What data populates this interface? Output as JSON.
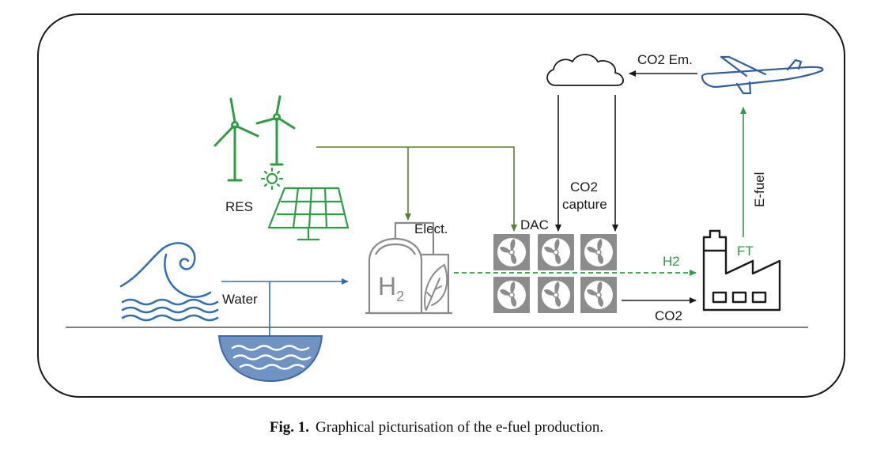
{
  "labels": {
    "res": "RES",
    "elect": "Elect.",
    "dac": "DAC",
    "co2_capture_line1": "CO2",
    "co2_capture_line2": "capture",
    "co2_em": "CO2 Em.",
    "e_fuel": "E-fuel",
    "ft": "FT",
    "h2": "H2",
    "co2": "CO2",
    "water": "Water",
    "h2_tank_symbol": "H",
    "h2_tank_subscript": "2"
  },
  "caption": {
    "fig_number": "Fig. 1.",
    "text": "Graphical picturisation of the e-fuel production."
  },
  "colors": {
    "green_dark": "#2e9e45",
    "olive_arrow": "#5a7f2f",
    "blue": "#2f6fb6",
    "grey": "#8a8a8a",
    "black": "#1a1a1a",
    "water_fill": "#6f94c4"
  },
  "icons": [
    "wind-turbine-icon",
    "sun-icon",
    "solar-panel-icon",
    "wave-icon",
    "hydrogen-tank-icon",
    "leaf-icon",
    "dac-fan-icon",
    "cloud-icon",
    "airplane-icon",
    "factory-icon",
    "water-basin-icon"
  ]
}
